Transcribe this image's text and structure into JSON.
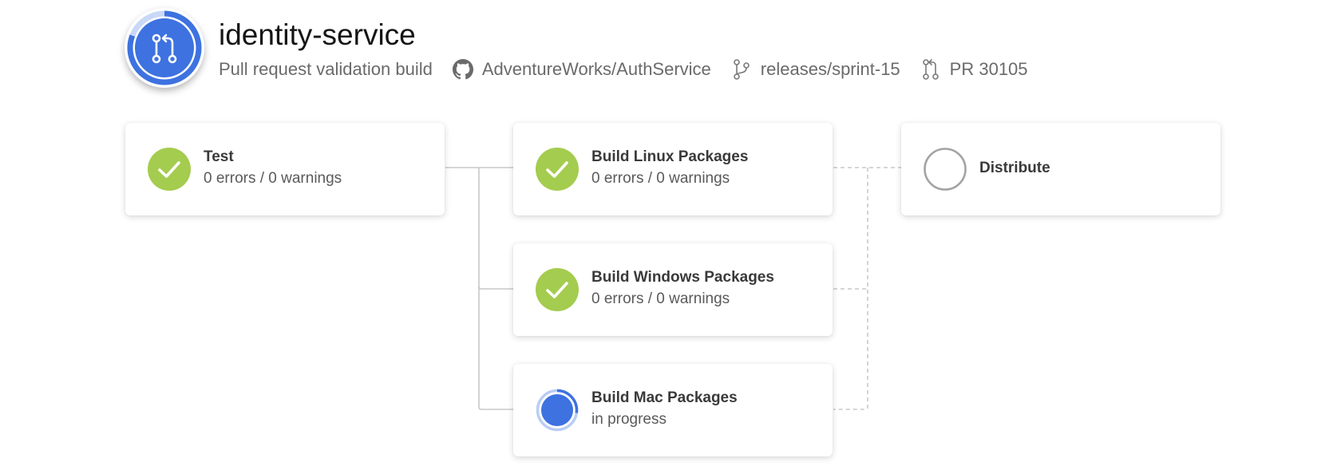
{
  "pipeline": {
    "name": "identity-service",
    "trigger": "Pull request validation build",
    "repository": "AdventureWorks/AuthService",
    "branch": "releases/sprint-15",
    "pull_request": "PR 30105",
    "icons": {
      "avatar": "pull-request-icon",
      "repository": "github-icon",
      "branch": "branch-icon",
      "pull_request": "pull-request-icon"
    }
  },
  "stages": [
    {
      "name": "Test",
      "summary": "0 errors / 0 warnings",
      "status": "succeeded"
    },
    {
      "name": "Build Linux Packages",
      "summary": "0 errors / 0 warnings",
      "status": "succeeded"
    },
    {
      "name": "Build Windows Packages",
      "summary": "0 errors / 0 warnings",
      "status": "succeeded"
    },
    {
      "name": "Build Mac Packages",
      "summary": "in progress",
      "status": "running"
    },
    {
      "name": "Distribute",
      "summary": "",
      "status": "not-started"
    }
  ],
  "colors": {
    "success": "#a4cc4f",
    "running": "#3d72e0",
    "running_ring": "#b9cdf3",
    "not_started": "#a3a3a3",
    "connector": "#c8c8c8",
    "avatar_blue": "#3d72e0",
    "avatar_ring_light": "#c9d8f7"
  }
}
